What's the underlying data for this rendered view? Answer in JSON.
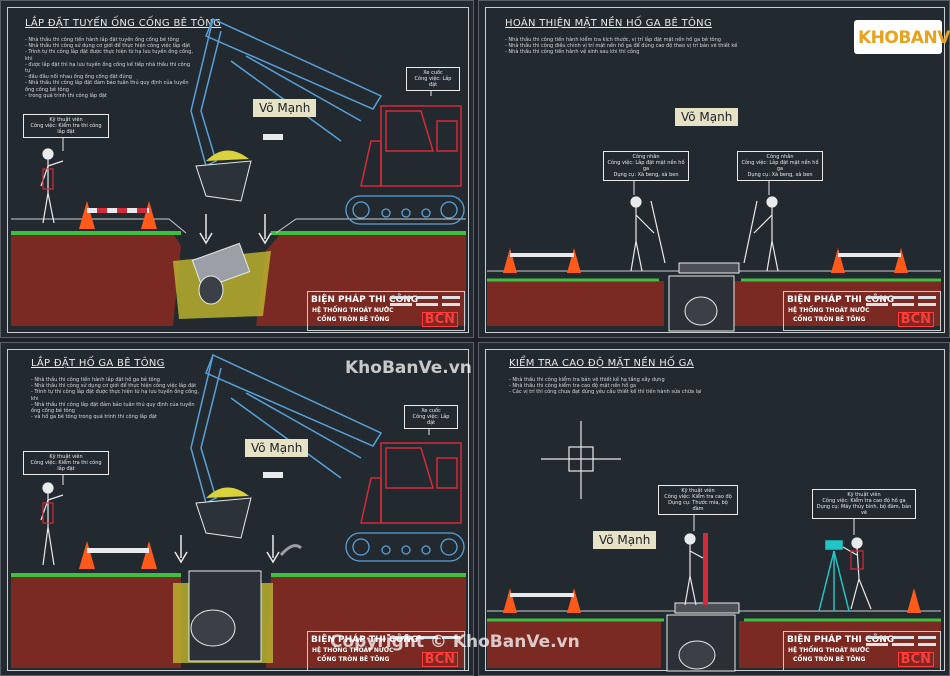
{
  "panels": [
    {
      "title": "LẮP ĐẶT TUYẾN ỐNG CỐNG BÊ TÔNG",
      "notes": [
        "Nhà thầu thi công tiến hành lắp đặt tuyến ống cống bê tông",
        "Nhà thầu thi công sử dụng cơ giới để thực hiện công việc lắp đặt",
        "Trình tự thi công lắp đặt được thực hiện từ hạ lưu tuyến ống cống, khi",
        "được lắp đặt thì hạ lưu tuyến ống cống kế tiếp nhà thầu thi công tự",
        "đầu đầu nối nhau ống ống cống đặt đúng",
        "Nhà thầu thi công lắp đặt đảm bảo tuân thủ quy định của tuyến ống cống bê tông",
        "trong quá trình thi công lắp đặt"
      ],
      "callouts": [
        {
          "lines": [
            "Kỹ thuật viên",
            "Công việc: Kiểm tra thi công lắp đặt"
          ]
        },
        {
          "lines": [
            "Xe cuốc",
            "Công việc: Lắp đặt"
          ]
        }
      ]
    },
    {
      "title": "HOÀN THIỆN MẶT NỀN HỐ GA BÊ TÔNG",
      "notes": [
        "Nhà thầu thi công tiến hành kiểm tra kích thước, vị trí lắp đặt mặt nền hố ga bê tông",
        "Nhà thầu thi công điều chỉnh vị trí mặt nền hố ga để đúng cao độ theo vị trí bản vẽ thiết kế",
        "Nhà thầu thi công tiến hành vệ sinh sau khi thi công"
      ],
      "callouts": [
        {
          "lines": [
            "Công nhân",
            "Công việc: Lắp đặt mặt nền hố ga",
            "Dụng cụ: Xà beng, xà ben"
          ]
        },
        {
          "lines": [
            "Công nhân",
            "Công việc: Lắp đặt mặt nền hố ga",
            "Dụng cụ: Xà beng, xà ben"
          ]
        }
      ]
    },
    {
      "title": "LẮP ĐẶT HỐ GA BÊ TÔNG",
      "notes": [
        "Nhà thầu thi công tiến hành lắp đặt hố ga bê tông",
        "Nhà thầu thi công sử dụng cơ giới để thực hiện công việc lắp đặt",
        "Trình tự thi công lắp đặt được thực hiện từ hạ lưu tuyến ống cống, khi",
        "Nhà thầu thi công lắp đặt đảm bảo tuân thủ quy định của tuyến ống cống bê tông",
        "và hố ga bê tông trong quá trình thi công lắp đặt"
      ],
      "callouts": [
        {
          "lines": [
            "Kỹ thuật viên",
            "Công việc: Kiểm tra thi công lắp đặt"
          ]
        },
        {
          "lines": [
            "Xe cuốc",
            "Công việc: Lắp đặt"
          ]
        }
      ]
    },
    {
      "title": "KIỂM TRA CAO ĐỘ MẶT NỀN HỐ GA",
      "notes": [
        "Nhà thầu thi công kiểm tra bản vẽ thiết kế hạ tầng xây dựng",
        "Nhà thầu thi công kiểm tra cao độ mặt nền hố ga",
        "Các vị trí thi công chưa đạt đúng yêu cầu thiết kế thì tiến hành sửa chữa lại"
      ],
      "callouts": [
        {
          "lines": [
            "Kỹ thuật viên",
            "Công việc: Kiểm tra cao độ",
            "Dụng cụ: Thước mia, bộ đàm"
          ]
        },
        {
          "lines": [
            "Kỹ thuật viên",
            "Công việc: Kiểm tra cao độ hố ga",
            "Dụng cụ: Máy thủy bình, bộ đàm, bản vẽ"
          ]
        }
      ]
    }
  ],
  "author_label": "Võ Mạnh",
  "title_block": {
    "line1": "BIỆN PHÁP THI CÔNG",
    "line2": "HỆ THỐNG THOÁT NƯỚC",
    "line3": "CỐNG TRÒN BÊ TÔNG",
    "logo": "BCN"
  },
  "watermarks": {
    "center": "KhoBanVe.vn",
    "bottom": "Copyright © KhoBanVe.vn",
    "brand": "KHOBANVE"
  },
  "colors": {
    "background": "#222a30",
    "soil": "#7a2a22",
    "grass": "#3fbf3f",
    "machine_arm": "#5aa0d8",
    "cab": "#d42b3a",
    "cone": "#ff5a1a",
    "gravel": "#d9d23a"
  }
}
